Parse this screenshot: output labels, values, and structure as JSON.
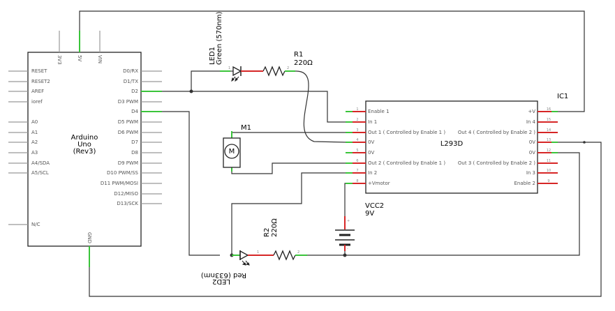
{
  "arduino": {
    "name_line1": "Arduino",
    "name_line2": "Uno",
    "name_line3": "(Rev3)",
    "top_pins": [
      "3V3",
      "5V",
      "VIN"
    ],
    "bottom_pin": "GND",
    "left_pins": [
      "RESET",
      "RESET2",
      "AREF",
      "ioref",
      "A0",
      "A1",
      "A2",
      "A3",
      "A4/SDA",
      "A5/SCL",
      "N/C"
    ],
    "right_pins": [
      "D0/RX",
      "D1/TX",
      "D2",
      "D3 PWM",
      "D4",
      "D5 PWM",
      "D6 PWM",
      "D7",
      "D8",
      "D9 PWM",
      "D10 PWM/SS",
      "D11 PWM/MOSI",
      "D12/MISO",
      "D13/SCK"
    ]
  },
  "ic1": {
    "ref": "IC1",
    "part": "L293D",
    "left_pins": [
      {
        "num": "1",
        "label": "Enable 1"
      },
      {
        "num": "2",
        "label": "In 1"
      },
      {
        "num": "3",
        "label": "Out 1 ( Controlled by Enable 1 )"
      },
      {
        "num": "4",
        "label": "0V"
      },
      {
        "num": "5",
        "label": "0V"
      },
      {
        "num": "6",
        "label": "Out 2 ( Controlled by Enable 1 )"
      },
      {
        "num": "7",
        "label": "In 2"
      },
      {
        "num": "8",
        "label": "+Vmotor"
      }
    ],
    "right_pins": [
      {
        "num": "16",
        "label": "+V"
      },
      {
        "num": "15",
        "label": "In 4"
      },
      {
        "num": "14",
        "label": "Out 4 ( Controlled by Enable 2 )"
      },
      {
        "num": "13",
        "label": "0V"
      },
      {
        "num": "12",
        "label": "0V"
      },
      {
        "num": "11",
        "label": "Out 3 ( Controlled by Enable 2 )"
      },
      {
        "num": "10",
        "label": "In 3"
      },
      {
        "num": "9",
        "label": "Enable 2"
      }
    ]
  },
  "led1": {
    "ref": "LED1",
    "desc": "Green (570nm)"
  },
  "led2": {
    "ref": "LED2",
    "desc": "Red (633nm)"
  },
  "r1": {
    "ref": "R1",
    "value": "220Ω"
  },
  "r2": {
    "ref": "R2",
    "value": "220Ω"
  },
  "m1": {
    "ref": "M1",
    "symbol": "M"
  },
  "vcc2": {
    "ref": "VCC2",
    "value": "9V",
    "plus": "+",
    "minus": "-"
  },
  "pin_numbers": {
    "one": "1",
    "two": "2"
  }
}
